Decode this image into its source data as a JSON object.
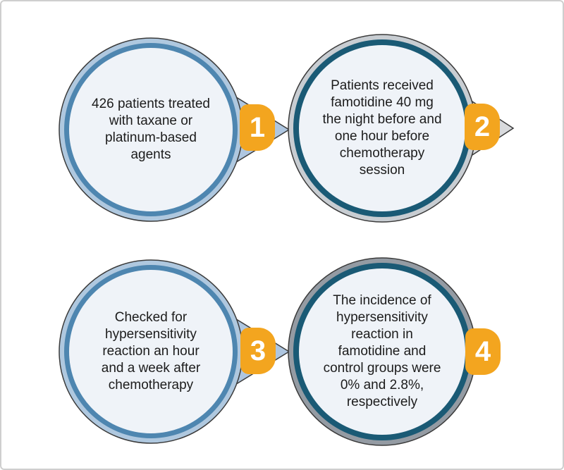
{
  "colors": {
    "accent": "#f3a51f",
    "badge_text": "#ffffff",
    "blue_ring": "#4e86b0",
    "blue_ring_light": "#afc8df",
    "teal_ring": "#1a5a75",
    "silver_ring": "#c8cdd2",
    "gray_ring": "#949ba3",
    "tail_blue": "#aec6e0",
    "tail_gray": "#d8dadd",
    "circle_fill": "#eff3f8",
    "outline": "#3b3b3b",
    "body_text": "#1c1c1c",
    "frame_border": "#cfcfcf"
  },
  "diagram": {
    "steps": [
      {
        "number": "1",
        "lines": [
          "426 patients treated",
          "with taxane or",
          "platinum-based",
          "agents"
        ]
      },
      {
        "number": "2",
        "lines": [
          "Patients received",
          "famotidine 40 mg",
          "the night before and",
          "one hour before",
          "chemotherapy",
          "session"
        ]
      },
      {
        "number": "3",
        "lines": [
          "Checked for",
          "hypersensitivity",
          "reaction an hour",
          "and a week after",
          "chemotherapy"
        ]
      },
      {
        "number": "4",
        "lines": [
          "The incidence of",
          "hypersensitivity",
          "reaction in",
          "famotidine and",
          "control groups were",
          "0% and 2.8%,",
          "respectively"
        ]
      }
    ]
  }
}
